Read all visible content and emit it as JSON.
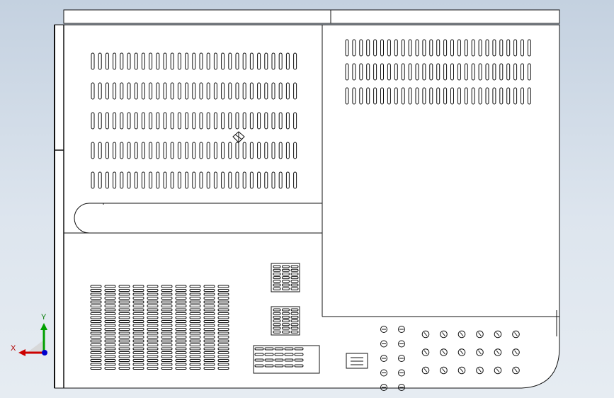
{
  "view": {
    "background_top": "#c4d1e0",
    "background_bottom": "#e6ecf2",
    "part_fill": "#ffffff",
    "line_color": "#111111"
  },
  "triad": {
    "x_label": "X",
    "y_label": "Y",
    "x_color": "#cc0000",
    "y_color": "#00a000",
    "z_color": "#0000cc"
  },
  "patterns": {
    "left_upper_slots": {
      "rows": 5,
      "cols": 29
    },
    "right_upper_slots": {
      "rows": 3,
      "cols": 27
    },
    "lower_left_grille": {
      "rows": 22,
      "cols": 10
    },
    "small_vent_top": {
      "rows": 7,
      "cols": 3
    },
    "small_vent_mid": {
      "rows": 7,
      "cols": 3
    },
    "bottom_vent": {
      "rows": 4,
      "cols": 5
    },
    "ports_small": {
      "rows": 5,
      "cols": 2
    },
    "ports_round": {
      "rows": 3,
      "cols": 6
    }
  }
}
